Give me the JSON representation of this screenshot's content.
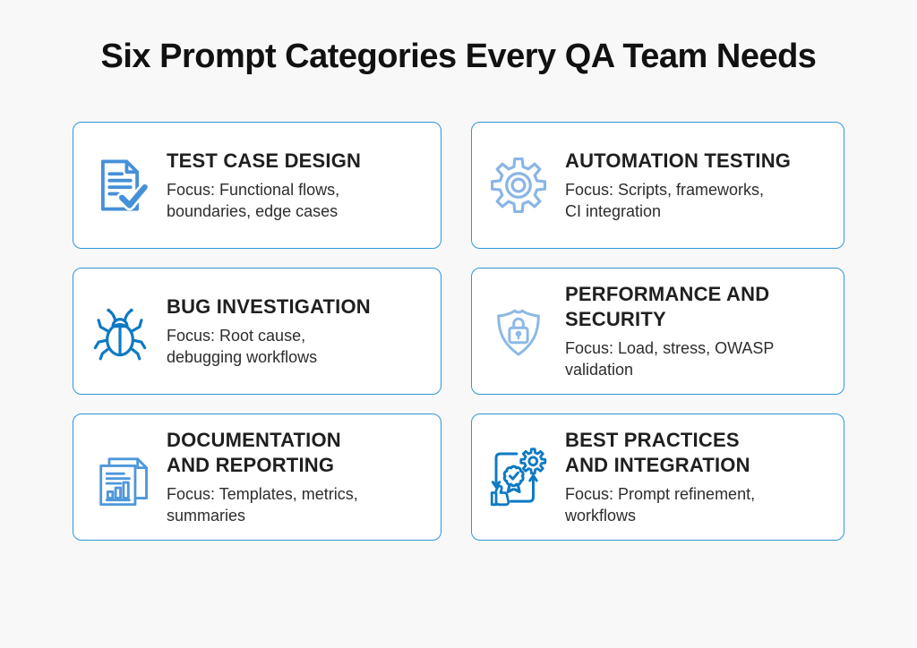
{
  "title": "Six Prompt Categories Every QA Team Needs",
  "colors": {
    "page_background": "#F8F8F8",
    "card_background": "#FFFFFF",
    "card_border": "#2E96D8",
    "title_text": "#111111",
    "heading_text": "#1F1F1F",
    "body_text": "#2D2D2D",
    "icon_blue_strong": "#0E7AC4",
    "icon_blue_medium": "#4690D8",
    "icon_blue_docs": "#4E97DB",
    "icon_blue_light": "#8AB5E5",
    "icon_blue_shield": "#8CB9E6"
  },
  "cards": [
    {
      "icon": "document-check-icon",
      "title": "TEST CASE DESIGN",
      "focus": "Focus: Functional flows,\nboundaries, edge cases"
    },
    {
      "icon": "gear-icon",
      "title": "AUTOMATION TESTING",
      "focus": "Focus: Scripts, frameworks,\nCI integration"
    },
    {
      "icon": "bug-icon",
      "title": "BUG INVESTIGATION",
      "focus": "Focus: Root cause,\ndebugging workflows"
    },
    {
      "icon": "shield-lock-icon",
      "title": "PERFORMANCE AND\nSECURITY",
      "focus": "Focus: Load, stress, OWASP\nvalidation"
    },
    {
      "icon": "documents-chart-icon",
      "title": "DOCUMENTATION\nAND REPORTING",
      "focus": "Focus: Templates, metrics,\nsummaries"
    },
    {
      "icon": "improvement-cycle-icon",
      "title": "BEST PRACTICES\nAND INTEGRATION",
      "focus": "Focus: Prompt refinement,\nworkflows"
    }
  ]
}
